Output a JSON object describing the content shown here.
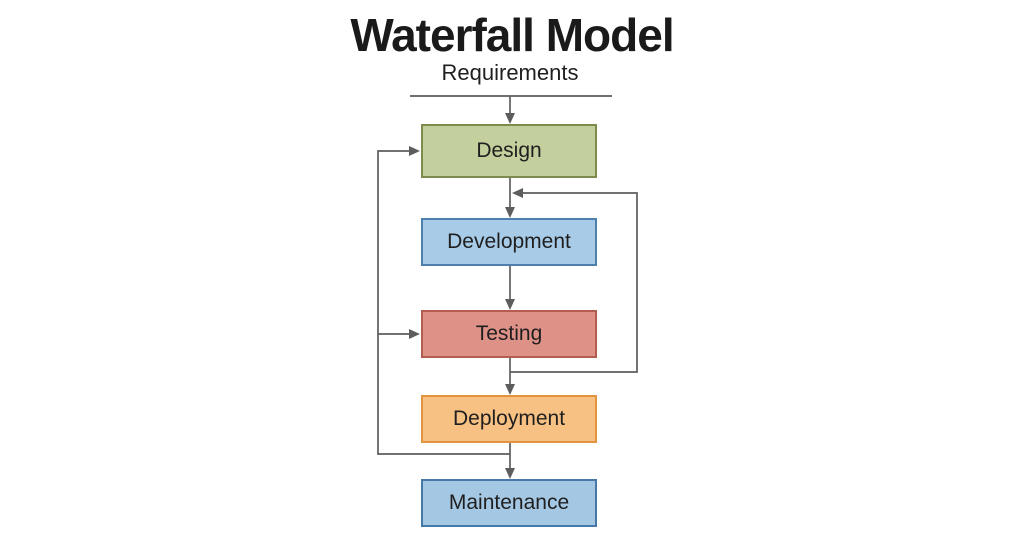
{
  "title": "Waterfall Model",
  "requirements_label": "Requirements",
  "stages": [
    {
      "label": "Design",
      "fill": "#c4cf9e",
      "border": "#7d8c4c"
    },
    {
      "label": "Development",
      "fill": "#a8cce8",
      "border": "#4d80ab"
    },
    {
      "label": "Testing",
      "fill": "#de9187",
      "border": "#b35c50"
    },
    {
      "label": "Deployment",
      "fill": "#f8c184",
      "border": "#e2953e"
    },
    {
      "label": "Maintenance",
      "fill": "#a4c8e3",
      "border": "#4679a7"
    }
  ],
  "connections": [
    {
      "from": "Requirements",
      "to": "Design",
      "type": "forward"
    },
    {
      "from": "Design",
      "to": "Development",
      "type": "forward"
    },
    {
      "from": "Development",
      "to": "Testing",
      "type": "forward"
    },
    {
      "from": "Testing",
      "to": "Deployment",
      "type": "forward"
    },
    {
      "from": "Deployment",
      "to": "Maintenance",
      "type": "forward"
    },
    {
      "from": "Testing",
      "to": "Development",
      "type": "feedback-right-loop"
    },
    {
      "from": "Deployment",
      "to": "Testing",
      "type": "feedback-left-loop"
    },
    {
      "from": "Deployment",
      "to": "Design",
      "type": "feedback-left-loop"
    }
  ],
  "colors": {
    "background": "#ffffff",
    "connector": "#5d5d5d",
    "title_text": "#1a1a1a",
    "label_text": "#1f1f1f"
  }
}
